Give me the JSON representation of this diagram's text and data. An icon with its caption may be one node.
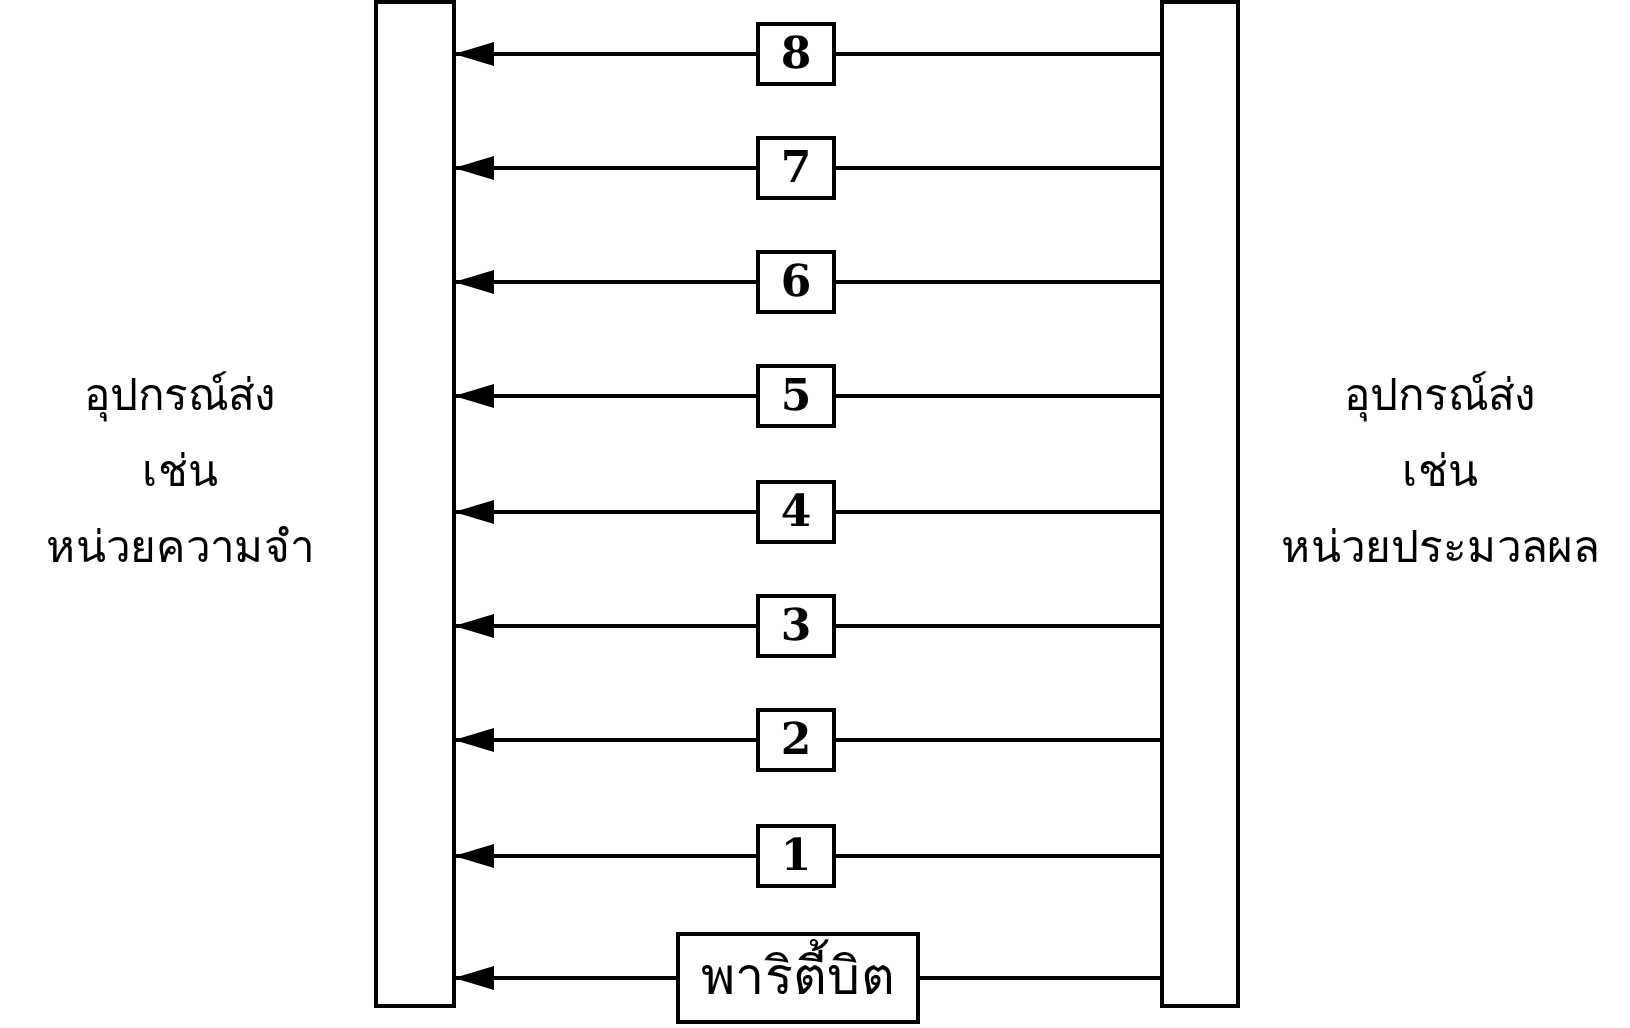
{
  "diagram": {
    "nodes": [
      {
        "text": [],
        "shape": "bar",
        "beside": [
          "อุปกรณ์ส่ง เช่น หน่วยความจำ"
        ]
      },
      {
        "text": [],
        "shape": "bar",
        "beside": [
          "อุปกรณ์ส่ง เช่น หน่วยประมวลผล"
        ]
      },
      {
        "text": [
          "8"
        ]
      },
      {
        "text": [
          "7"
        ]
      },
      {
        "text": [
          "6"
        ]
      },
      {
        "text": [
          "5"
        ]
      },
      {
        "text": [
          "4"
        ]
      },
      {
        "text": [
          "3"
        ]
      },
      {
        "text": [
          "2"
        ]
      },
      {
        "text": [
          "1"
        ]
      },
      {
        "text": [
          "พาริตี้บิต"
        ]
      }
    ],
    "edges": [
      {
        "from": 1,
        "to": 2,
        "arrow": "none"
      },
      {
        "from": 2,
        "to": 0,
        "arrow": "to"
      },
      {
        "from": 1,
        "to": 3,
        "arrow": "none"
      },
      {
        "from": 3,
        "to": 0,
        "arrow": "to"
      },
      {
        "from": 1,
        "to": 4,
        "arrow": "none"
      },
      {
        "from": 4,
        "to": 0,
        "arrow": "to"
      },
      {
        "from": 1,
        "to": 5,
        "arrow": "none"
      },
      {
        "from": 5,
        "to": 0,
        "arrow": "to"
      },
      {
        "from": 1,
        "to": 6,
        "arrow": "none"
      },
      {
        "from": 6,
        "to": 0,
        "arrow": "to"
      },
      {
        "from": 1,
        "to": 7,
        "arrow": "none"
      },
      {
        "from": 7,
        "to": 0,
        "arrow": "to"
      },
      {
        "from": 1,
        "to": 8,
        "arrow": "none"
      },
      {
        "from": 8,
        "to": 0,
        "arrow": "to"
      },
      {
        "from": 1,
        "to": 9,
        "arrow": "none"
      },
      {
        "from": 9,
        "to": 0,
        "arrow": "to"
      },
      {
        "from": 1,
        "to": 10,
        "arrow": "none"
      },
      {
        "from": 10,
        "to": 0,
        "arrow": "to"
      }
    ]
  }
}
